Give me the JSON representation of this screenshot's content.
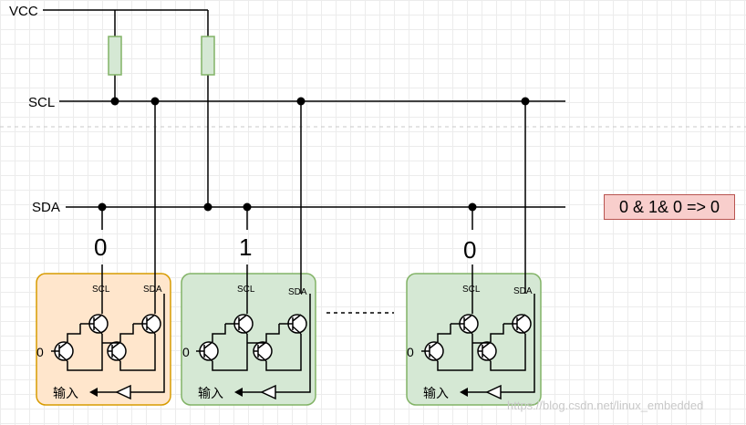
{
  "labels": {
    "vcc": "VCC",
    "scl": "SCL",
    "sda": "SDA"
  },
  "devices": [
    {
      "bit": "0",
      "scl_pin": "SCL",
      "sda_pin": "SDA",
      "input_bit": "0",
      "input_label": "输入",
      "fill": "#ffe6cc",
      "stroke": "#d79b00"
    },
    {
      "bit": "1",
      "scl_pin": "SCL",
      "sda_pin": "SDA",
      "input_bit": "0",
      "input_label": "输入",
      "fill": "#d5e8d4",
      "stroke": "#82b366"
    },
    {
      "bit": "0",
      "scl_pin": "SCL",
      "sda_pin": "SDA",
      "input_bit": "0",
      "input_label": "输入",
      "fill": "#d5e8d4",
      "stroke": "#82b366"
    }
  ],
  "result": "0 & 1& 0 => 0",
  "watermark": "https://blog.csdn.net/linux_embedded"
}
